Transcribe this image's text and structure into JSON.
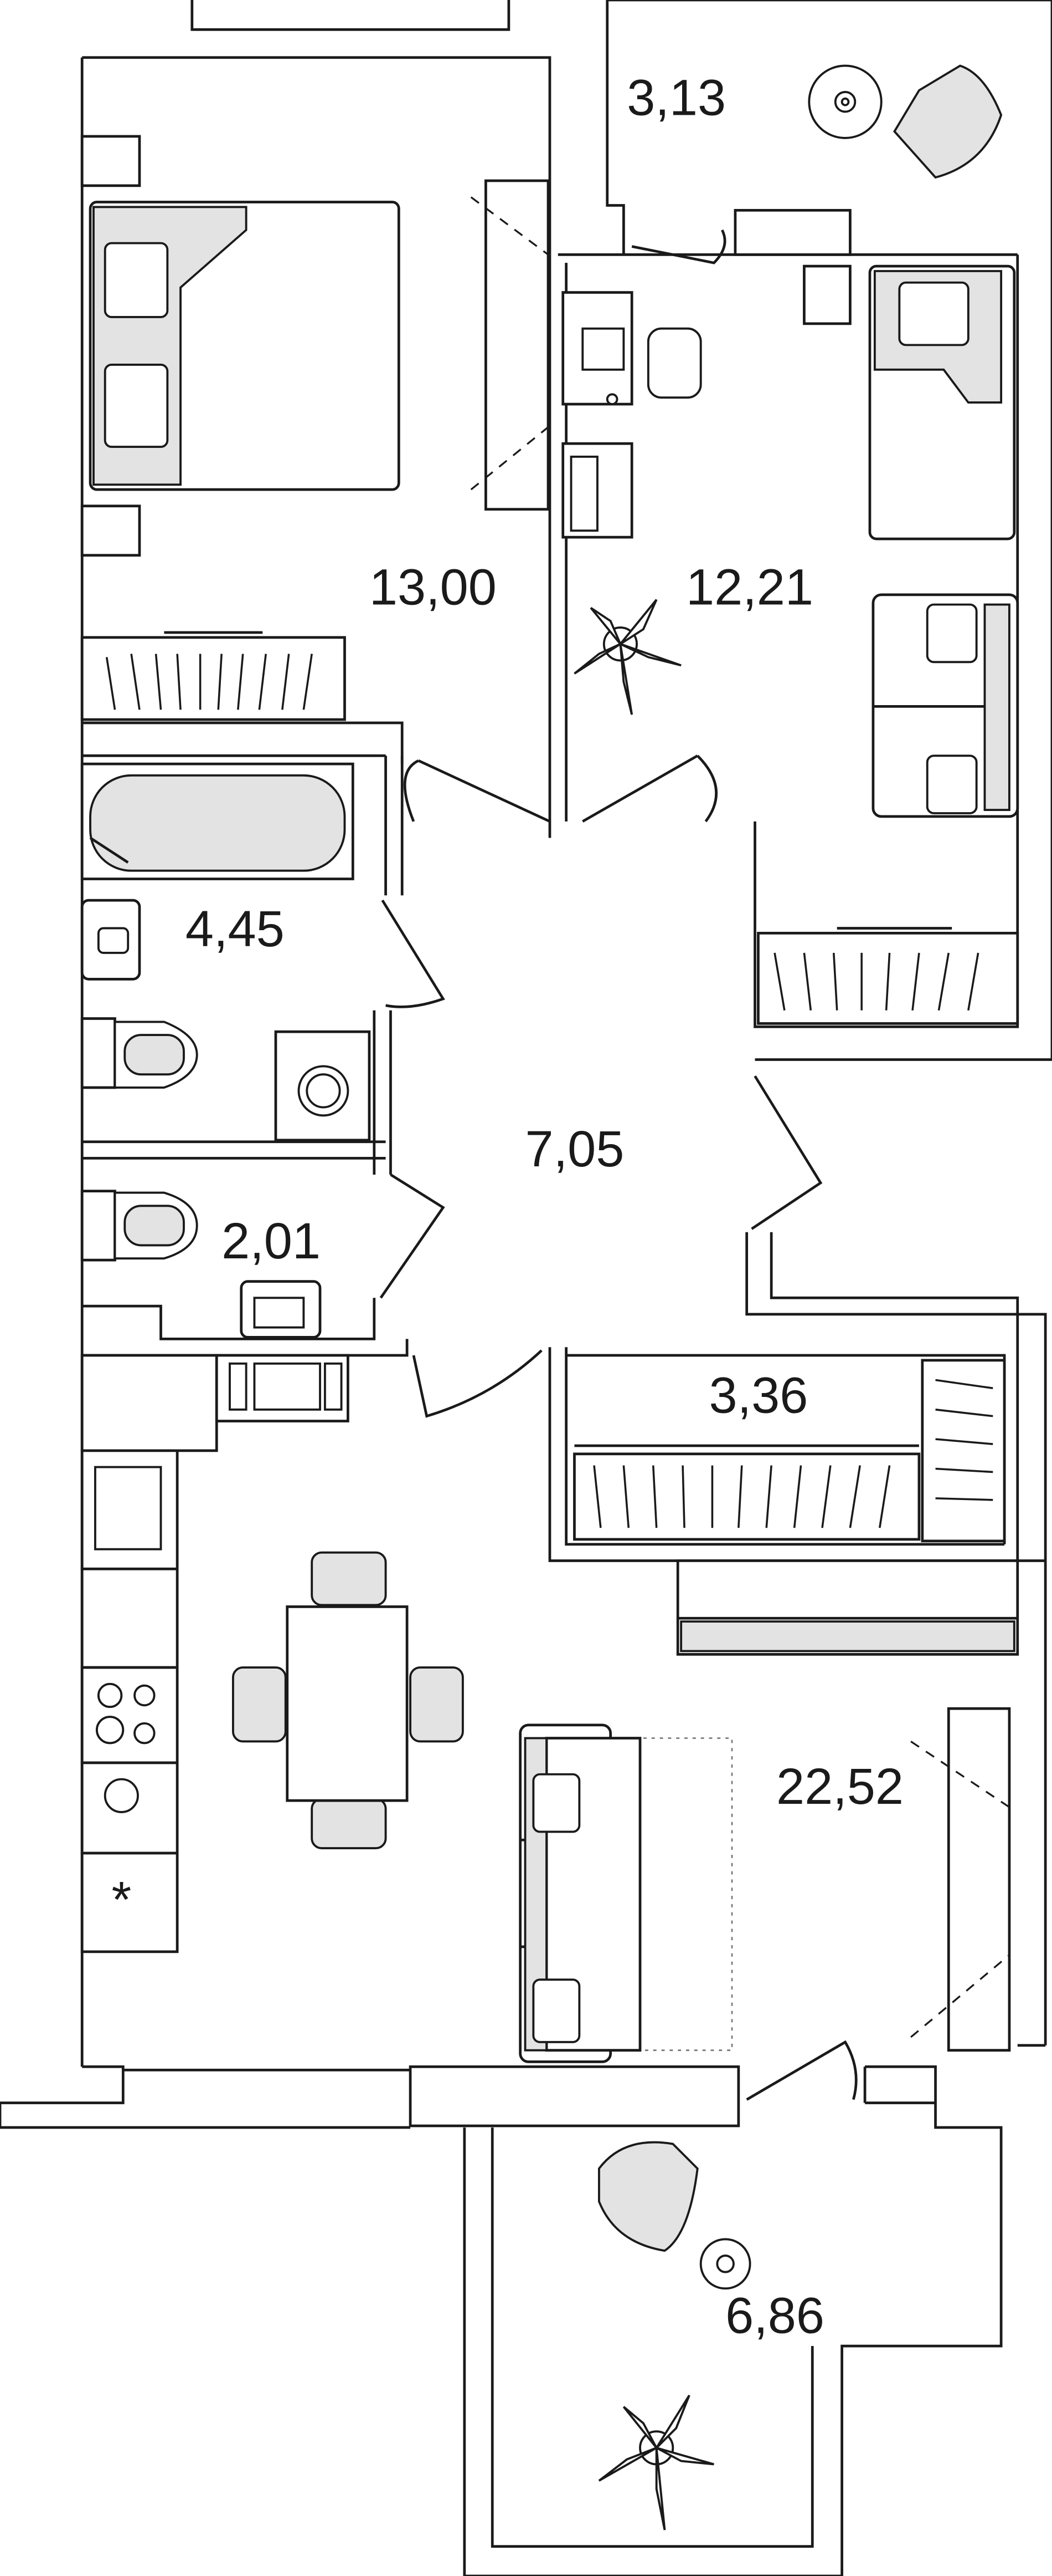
{
  "plan": {
    "rooms": [
      {
        "id": "balcony-top",
        "area": "3,13"
      },
      {
        "id": "bedroom",
        "area": "13,00"
      },
      {
        "id": "bedroom-2",
        "area": "12,21"
      },
      {
        "id": "bathroom",
        "area": "4,45"
      },
      {
        "id": "hall",
        "area": "7,05"
      },
      {
        "id": "wc",
        "area": "2,01"
      },
      {
        "id": "storage",
        "area": "3,36"
      },
      {
        "id": "living-kitchen",
        "area": "22,52"
      },
      {
        "id": "balcony-bottom",
        "area": "6,86"
      }
    ],
    "colors": {
      "wall": "#1a1a1a",
      "furniture_fill": "#e3e3e3",
      "background": "#ffffff"
    }
  }
}
